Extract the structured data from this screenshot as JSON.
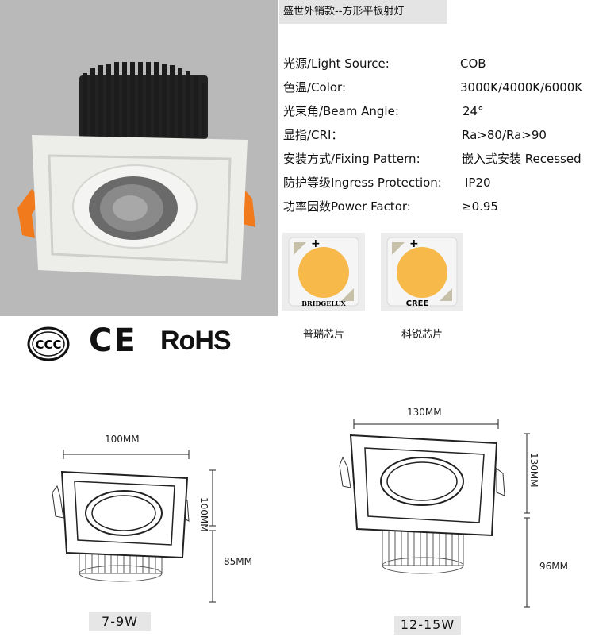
{
  "title": "盛世外销款--方形平板射灯",
  "specs": [
    {
      "label": "光源/Light Source:",
      "value": "COB"
    },
    {
      "label": "色温/Color:",
      "value": "3000K/4000K/6000K"
    },
    {
      "label": "光束角/Beam Angle:",
      "value": "24°"
    },
    {
      "label": "显指/CRI：",
      "value": "Ra>80/Ra>90"
    },
    {
      "label": "安装方式/Fixing Pattern:",
      "value": "嵌入式安装 Recessed"
    },
    {
      "label": "防护等级Ingress Protection:",
      "value": "IP20"
    },
    {
      "label": "功率因数Power  Factor:",
      "value": "≥0.95"
    }
  ],
  "chips": [
    {
      "brand_text": "BRIDGELUX",
      "caption": "普瑞芯片"
    },
    {
      "brand_text": "CREE",
      "caption": "科锐芯片"
    }
  ],
  "chip_plus": "+",
  "certifications": {
    "ccc": "CCC",
    "ce": "CE",
    "rohs": "RoHS"
  },
  "small_lamp": {
    "width": "100MM",
    "height": "100MM",
    "depth": "85MM",
    "wattage": "7-9W"
  },
  "large_lamp": {
    "width": "130MM",
    "height": "130MM",
    "depth": "96MM",
    "wattage": "12-15W"
  },
  "colors": {
    "photo_bg": "#b9b9b9",
    "clip_orange": "#f07a1c",
    "chip_yellow": "#f6b94a",
    "heatsink": "#1a1a1a"
  }
}
